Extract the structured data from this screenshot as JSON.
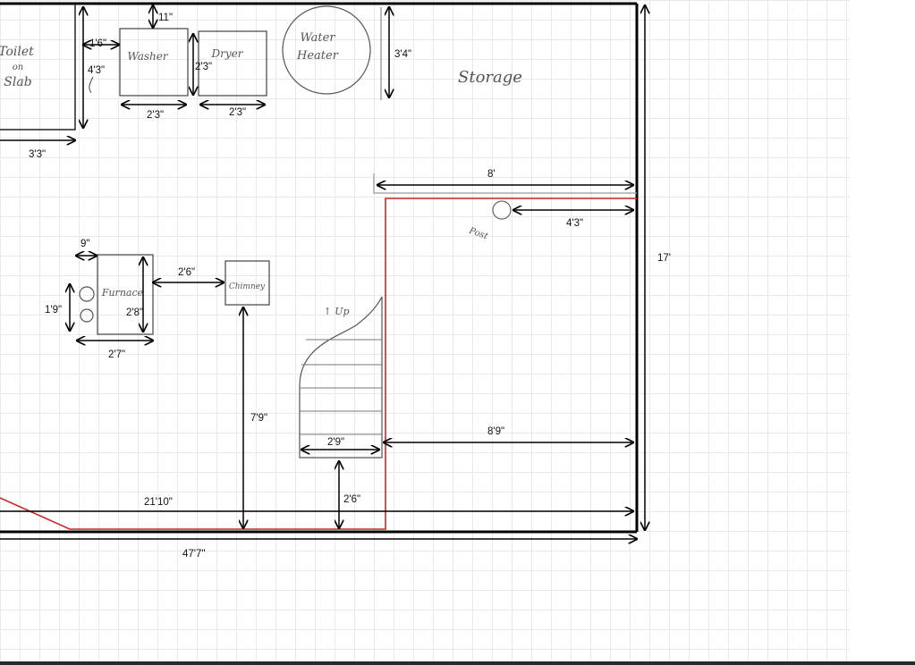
{
  "rooms": {
    "toilet": [
      "Toilet",
      "on",
      "Slab"
    ],
    "washer": "Washer",
    "dryer": "Dryer",
    "water_heater": [
      "Water",
      "Heater"
    ],
    "storage": "Storage",
    "furnace": "Furnace",
    "chimney": "Chimney",
    "post": "Post",
    "stairs_up": "↑ Up"
  },
  "dimensions": {
    "toilet_width": "3'3\"",
    "toilet_gap": "1'6\"",
    "toilet_height": "4'3\"",
    "washer_top_gap": "11\"",
    "washer_width": "2'3\"",
    "washer_depth": "2'3\"",
    "dryer_width": "2'3\"",
    "heater_gap": "3'4\"",
    "storage_width": "8'",
    "post_offset": "4'3\"",
    "wall_height": "17'",
    "furnace_side_gap": "9\"",
    "furnace_gap": "2'6\"",
    "furnace_side": "1'9\"",
    "furnace_depth": "2'8\"",
    "furnace_width": "2'7\"",
    "chimney_drop": "7'9\"",
    "stair_width": "2'9\"",
    "stair_to_wall": "8'9\"",
    "stair_bottom": "2'6\"",
    "inner_length": "21'10\"",
    "total_length": "47'7\""
  }
}
